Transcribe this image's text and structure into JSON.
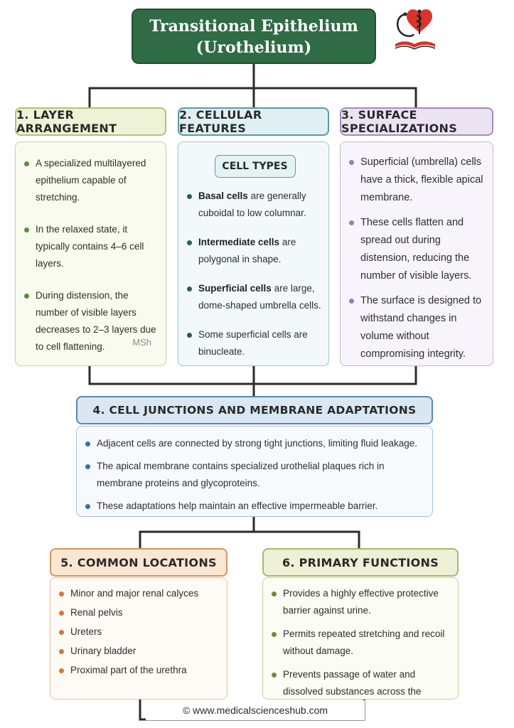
{
  "title": {
    "line1": "Transitional Epithelium",
    "line2": "(Urothelium)"
  },
  "logo": {
    "icon": "heart-stethoscope-book-icon"
  },
  "sections": {
    "layer_arrangement": {
      "header": "1. LAYER ARRANGEMENT",
      "items": [
        "A specialized multilayered epithelium capable of stretching.",
        "In the relaxed state, it typically contains 4–6 cell layers.",
        "During distension, the number of visible layers decreases to 2–3 layers due to cell flattening."
      ],
      "watermark": "MSh"
    },
    "cellular_features": {
      "header": "2. CELLULAR FEATURES",
      "subheader": "CELL TYPES",
      "items": [
        {
          "bold": "Basal cells",
          "text": " are generally cuboidal to low columnar."
        },
        {
          "bold": "Intermediate cells",
          "text": " are polygonal in shape."
        },
        {
          "bold": "Superficial cells",
          "text": " are large, dome-shaped umbrella cells."
        },
        {
          "bold": "",
          "text": "Some superficial cells are binucleate."
        }
      ]
    },
    "surface_specializations": {
      "header": "3. SURFACE SPECIALIZATIONS",
      "items": [
        "Superficial (umbrella) cells have a thick, flexible apical membrane.",
        "These cells flatten and spread out during distension, reducing the number of visible layers.",
        "The surface is designed to withstand changes in volume without compromising integrity."
      ]
    },
    "cell_junctions": {
      "header": "4. CELL JUNCTIONS AND MEMBRANE ADAPTATIONS",
      "items": [
        "Adjacent cells are connected by strong tight junctions, limiting fluid leakage.",
        "The apical membrane contains specialized urothelial plaques rich in membrane proteins and glycoproteins.",
        "These adaptations help maintain an effective impermeable barrier."
      ]
    },
    "common_locations": {
      "header": "5. COMMON LOCATIONS",
      "items": [
        "Minor and major renal calyces",
        "Renal pelvis",
        "Ureters",
        "Urinary bladder",
        "Proximal part of the urethra"
      ]
    },
    "primary_functions": {
      "header": "6. PRIMARY FUNCTIONS",
      "items": [
        "Provides a highly effective protective barrier against urine.",
        "Permits repeated stretching and recoil without damage.",
        "Prevents passage of water and dissolved substances across the epithelial lining."
      ]
    }
  },
  "footer": "© www.medicalscienceshub.com",
  "colors": {
    "title_bg": "#2f6b45",
    "connector": "#2b2b2b",
    "accent_1": "#b6bf7a",
    "accent_2": "#5a9aa7",
    "accent_3": "#a38cbb",
    "accent_4": "#5c86b3",
    "accent_5": "#d7955e",
    "accent_6": "#aeb56b"
  }
}
